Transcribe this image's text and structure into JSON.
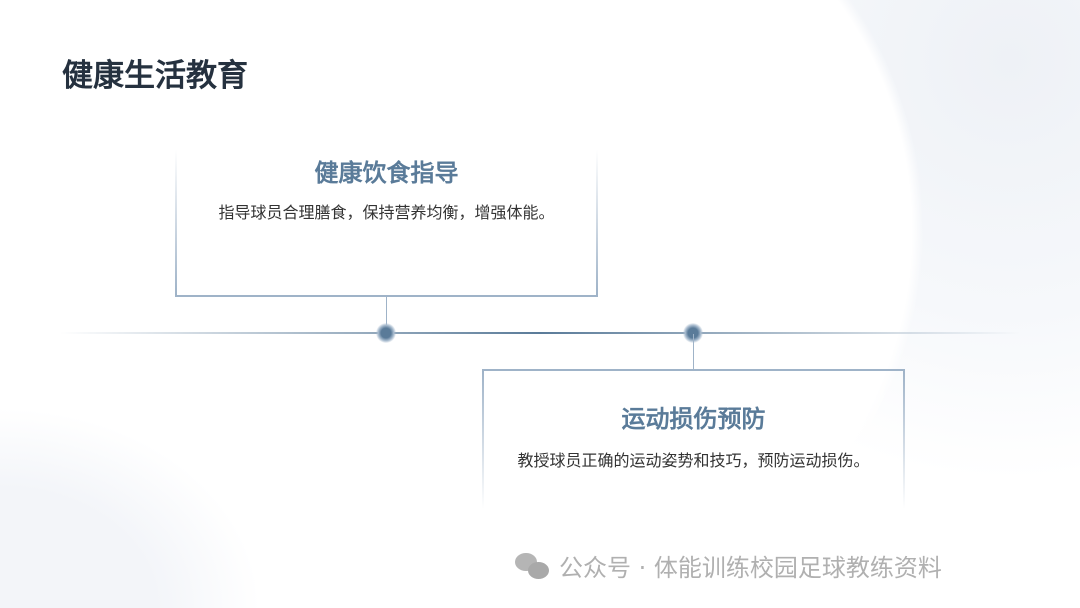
{
  "title": "健康生活教育",
  "cards": [
    {
      "heading": "健康饮食指导",
      "text": "指导球员合理膳食，保持营养均衡，增强体能。"
    },
    {
      "heading": "运动损伤预防",
      "text": "教授球员正确的运动姿势和技巧，预防运动损伤。"
    }
  ],
  "watermark": "公众号 · 体能训练校园足球教练资料",
  "colors": {
    "accent": "#5a7b99",
    "title": "#25313f"
  }
}
